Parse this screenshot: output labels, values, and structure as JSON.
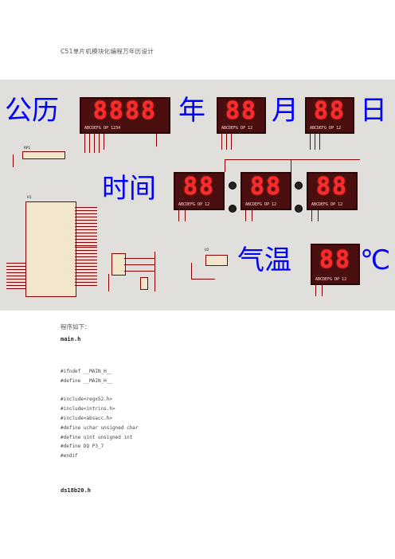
{
  "doc_title": "C51单片机模块化编程万年历设计",
  "schematic": {
    "labels": {
      "calendar": "公历",
      "year": "年",
      "month": "月",
      "day": "日",
      "time": "时间",
      "temperature": "气温",
      "celsius": "℃"
    },
    "displays": {
      "year": {
        "digits": "8888",
        "pins": "ABCDEFG DP   1234"
      },
      "month": {
        "digits": "88",
        "pins": "ABCDEFG DP    12"
      },
      "day": {
        "digits": "88",
        "pins": "ABCDEFG DP    12"
      },
      "hour": {
        "digits": "88",
        "pins": "ABCDEFG DP    12"
      },
      "minute": {
        "digits": "88",
        "pins": "ABCDEFG DP    12"
      },
      "second": {
        "digits": "88",
        "pins": "ABCDEFG DP    12"
      },
      "temp": {
        "digits": "88",
        "pins": "ABCDEFG DP    12"
      }
    },
    "components": {
      "resistor_pack": "RP1",
      "mcu": "U1",
      "sensor": "U2"
    },
    "colors": {
      "label": "#0000ff",
      "segment": "#ff2a2a",
      "display_bg": "#4a0e0e",
      "wire": "#8a0000",
      "schematic_bg": "#e1dfdb"
    }
  },
  "program_intro": "程序如下：",
  "files": [
    {
      "name": "main.h",
      "lines": [
        "#ifndef __MAIN_H__",
        "#define __MAIN_H__",
        "",
        "#include<regx52.h>",
        "#include<intrins.h>",
        "#include<absacc.h>",
        "#define uchar unsigned char",
        "#define uint unsigned int",
        "#define DQ P3_7",
        "#endif"
      ]
    },
    {
      "name": "ds18b20.h",
      "lines": []
    }
  ]
}
